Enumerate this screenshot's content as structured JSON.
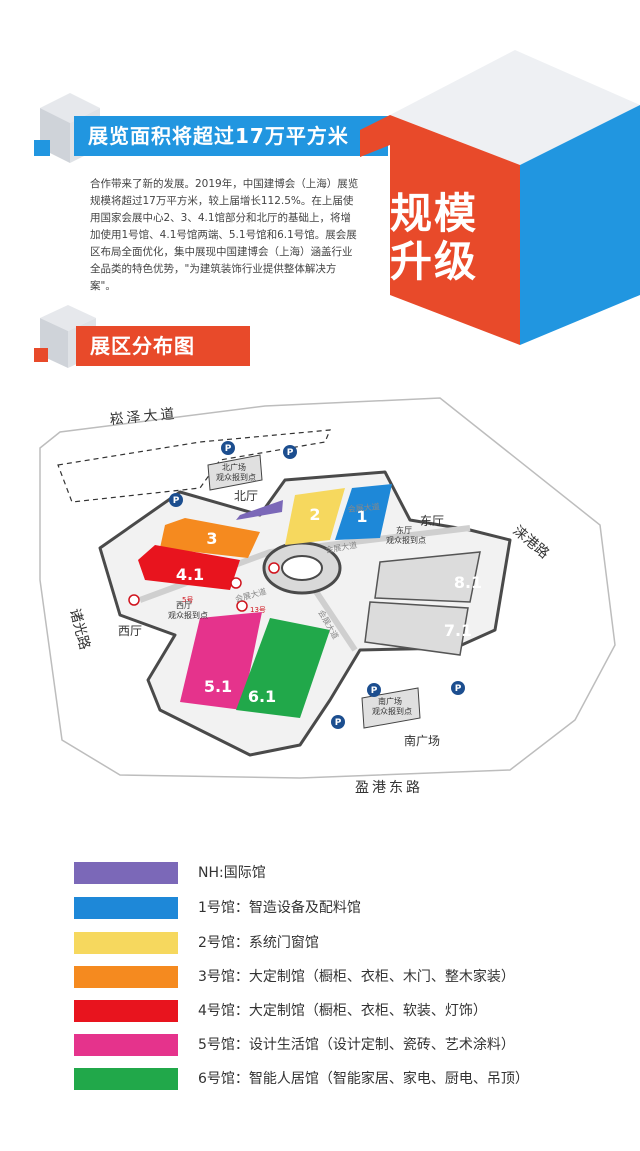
{
  "header": {
    "banner_area": "展览面积将超过17万平方米",
    "scale_title_line1": "规模",
    "scale_title_line2": "升级",
    "intro_paragraph": "合作带来了新的发展。2019年，中国建博会（上海）展览规模将超过17万平方米，较上届增长112.5%。在上届使用国家会展中心2、3、4.1馆部分和北厅的基础上，将增加使用1号馆、4.1号馆两端、5.1号馆和6.1号馆。展会展区布局全面优化，集中展现中国建博会（上海）涵盖行业全品类的特色优势，\"为建筑装饰行业提供整体解决方案\"。",
    "banner_map": "展区分布图"
  },
  "map": {
    "roads": {
      "north": "崧泽大道",
      "east": "涞港路",
      "west": "诸光路",
      "south": "盈港东路"
    },
    "halls": {
      "h1": "1",
      "h2": "2",
      "h3": "3",
      "h41": "4.1",
      "h51": "5.1",
      "h61": "6.1",
      "h71": "7.1",
      "h81": "8.1"
    },
    "places": {
      "north_hall": "北厅",
      "east_hall": "东厅",
      "west_hall": "西厅",
      "south_square": "南广场",
      "north_square_box_1": "北广场",
      "north_square_box_2": "观众报到点",
      "east_box_1": "东厅",
      "east_box_2": "观众报到点",
      "west_box_1": "西厅",
      "west_box_2": "观众报到点",
      "south_box_1": "南广场",
      "south_box_2": "观众报到点",
      "avenue_1": "会展大道",
      "avenue_2": "会展大道",
      "avenue_3": "会展大道",
      "avenue_4": "会展大道",
      "metro_5": "5号",
      "metro_13": "13号",
      "parking": "P"
    }
  },
  "legend": [
    {
      "color": "#7b68b8",
      "label": "NH:国际馆"
    },
    {
      "color": "#1e88d8",
      "label": "1号馆：智造设备及配料馆"
    },
    {
      "color": "#f6d85e",
      "label": "2号馆：系统门窗馆"
    },
    {
      "color": "#f58a1f",
      "label": "3号馆：大定制馆（橱柜、衣柜、木门、整木家装）"
    },
    {
      "color": "#e8141e",
      "label": "4号馆：大定制馆（橱柜、衣柜、软装、灯饰）"
    },
    {
      "color": "#e5338c",
      "label": "5号馆：设计生活馆（设计定制、瓷砖、艺术涂料）"
    },
    {
      "color": "#21a84a",
      "label": "6号馆：智能人居馆（智能家居、家电、厨电、吊顶）"
    }
  ]
}
